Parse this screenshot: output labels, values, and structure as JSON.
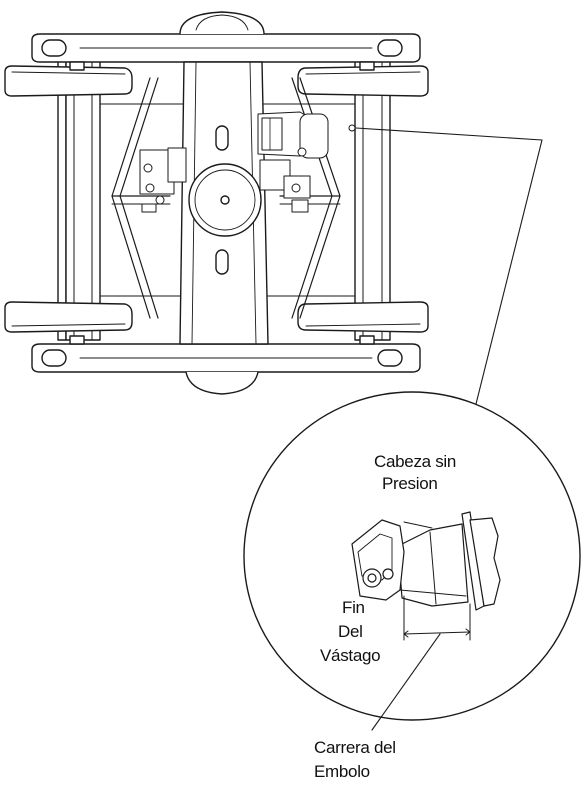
{
  "labels": {
    "cabeza_line1": "Cabeza sin",
    "cabeza_line2": "Presion",
    "fin_line1": "Fin",
    "fin_line2": "Del",
    "fin_line3": "Vástago",
    "carrera_line1": "Carrera del",
    "carrera_line2": "Embolo"
  },
  "colors": {
    "line": "#1a1a1a",
    "fill": "#ffffff",
    "shade": "#c8c8c8",
    "dark": "#555555"
  }
}
